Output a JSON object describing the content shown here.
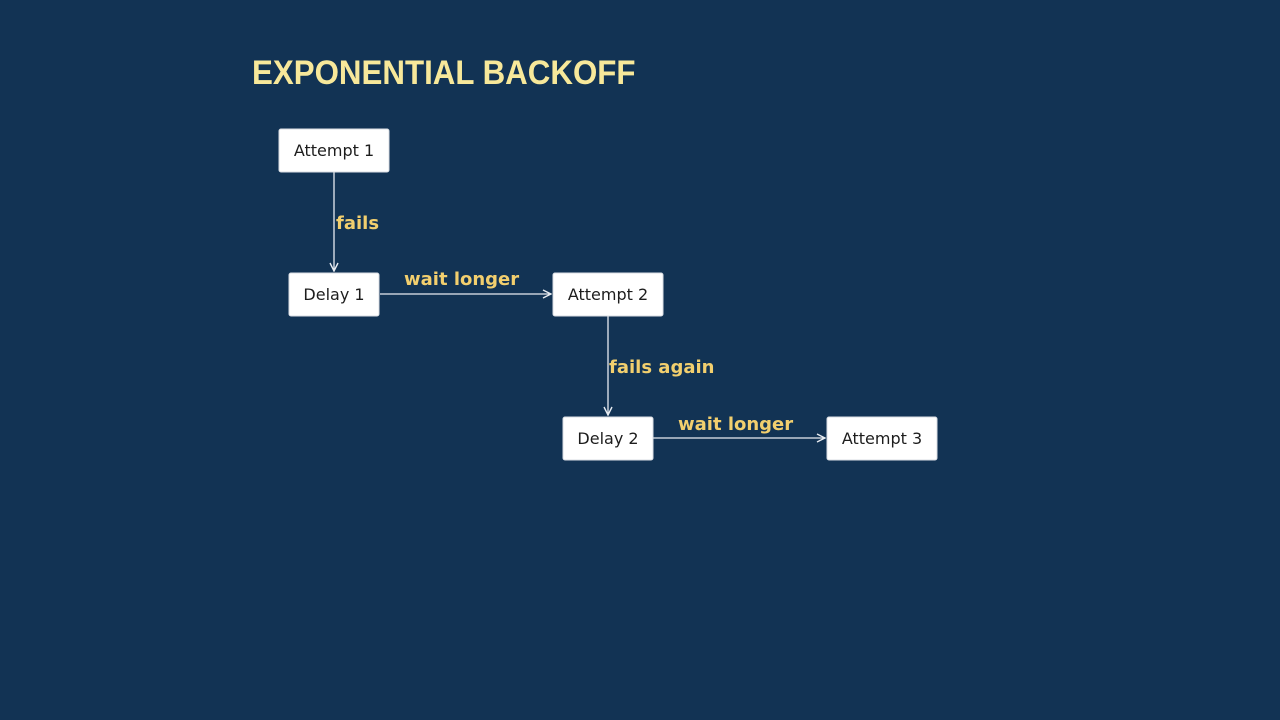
{
  "title": "EXPONENTIAL BACKOFF",
  "colors": {
    "background": "#123354",
    "title": "#f7e89a",
    "edge_label": "#f2cf6e",
    "node_fill": "#ffffff",
    "edge_line": "#e8ecf1"
  },
  "nodes": {
    "attempt1": "Attempt 1",
    "delay1": "Delay 1",
    "attempt2": "Attempt 2",
    "delay2": "Delay 2",
    "attempt3": "Attempt 3"
  },
  "edges": {
    "fails": "fails",
    "wait_longer_1": "wait longer",
    "fails_again": "fails again",
    "wait_longer_2": "wait longer"
  }
}
